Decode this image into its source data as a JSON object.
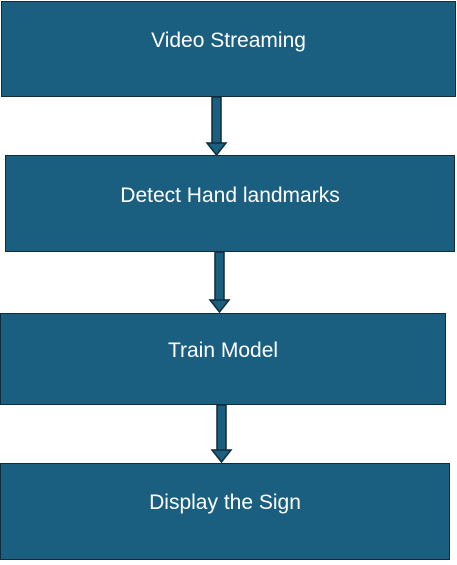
{
  "diagram": {
    "steps": [
      {
        "label": "Video Streaming"
      },
      {
        "label": "Detect Hand landmarks"
      },
      {
        "label": "Train Model"
      },
      {
        "label": "Display the Sign"
      }
    ],
    "colors": {
      "box_fill": "#1a5e80",
      "box_border": "#0f2d3d",
      "arrow": "#0f2d3d",
      "text": "#ffffff"
    }
  }
}
